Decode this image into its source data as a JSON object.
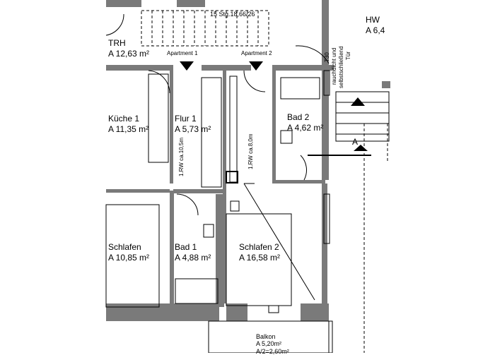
{
  "stairs_label": "15 Stg.18,66/26",
  "hallway": {
    "name": "HW",
    "area": "A 6,4"
  },
  "trh": {
    "name": "TRH",
    "area": "A 12,63 m²"
  },
  "apartments": {
    "apartment_1": "Apartment 1",
    "apartment_2": "Apartment 2"
  },
  "door_note": {
    "line1": "T30",
    "line2": "rauchdicht und",
    "line3": "selbstschließend",
    "line4": "Tür"
  },
  "kueche": {
    "name": "Küche 1",
    "area": "A 11,35 m²"
  },
  "flur": {
    "name": "Flur 1",
    "area": "A 5,73 m²"
  },
  "bad2": {
    "name": "Bad 2",
    "area": "A 4,62 m²"
  },
  "rw1": "1.RW ca.10,5m",
  "rw2": "1.RW ca.8,0m",
  "section_mark": "A",
  "schlafen1": {
    "name": "Schlafen",
    "area": "A 10,85 m²"
  },
  "bad1": {
    "name": "Bad 1",
    "area": "A 4,88 m²"
  },
  "schlafen2": {
    "name": "Schlafen 2",
    "area": "A 16,58 m²"
  },
  "balkon": {
    "name": "Balkon",
    "area": "A 5,20m²",
    "half": "A/2=2,60m²"
  },
  "colors": {
    "wall": "#7a7a7a",
    "line": "#000000",
    "fixture": "#555555"
  }
}
